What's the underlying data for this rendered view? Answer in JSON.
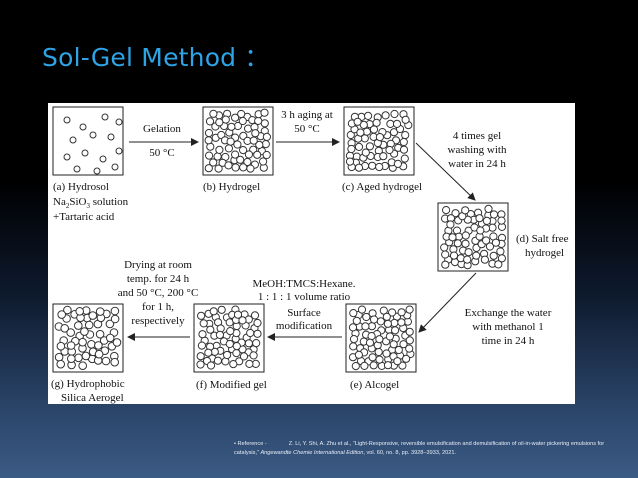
{
  "slide": {
    "title": "Sol-Gel Method ："
  },
  "diagram": {
    "steps": [
      {
        "id": "a",
        "line1": "(a) Hydrosol",
        "line2a": "Na",
        "line2sub1": "2",
        "line2b": "SiO",
        "line2sub2": "3",
        "line2c": " solution",
        "line3": "+Tartaric acid"
      },
      {
        "id": "b",
        "label": "(b) Hydrogel"
      },
      {
        "id": "c",
        "label": "(c) Aged hydrogel"
      },
      {
        "id": "d",
        "line1": "(d) Salt free",
        "line2": "hydrogel"
      },
      {
        "id": "e",
        "label": "(e) Alcogel"
      },
      {
        "id": "f",
        "label": "(f) Modified gel"
      },
      {
        "id": "g",
        "line1": "(g) Hydrophobic",
        "line2": "Silica Aerogel"
      }
    ],
    "transitions": {
      "ab": {
        "line1": "Gelation",
        "line2": "50 °C"
      },
      "bc": {
        "line1": "3 h aging at",
        "line2": "50 °C"
      },
      "cd": {
        "line1": "4 times gel",
        "line2": "washing with",
        "line3": "water in 24 h"
      },
      "de": {
        "line1": "Exchange the water",
        "line2": "with methanol 1",
        "line3": "time in 24 h"
      },
      "ef": {
        "line1": "MeOH:TMCS:Hexane.",
        "line2": "1 : 1 : 1 volume ratio",
        "line3": "Surface",
        "line4": "modification"
      },
      "fg": {
        "line1": "Drying at room",
        "line2": "temp. for 24 h",
        "line3": "and 50 °C, 200 °C",
        "line4": "for 1 h,",
        "line5": "respectively"
      }
    }
  },
  "reference": {
    "prefix": "• Reference -",
    "authors": "Z. Li, Y. Shi, A. Zhu et al., “Light-Responsive, reversible emulsification and demulsification of oil-in-water pickering emulsions for catalysis,”",
    "journal": "Angewandte Chemie International Edition",
    "details": ", vol. 60, no. 8, pp. 3928–3933, 2021."
  }
}
